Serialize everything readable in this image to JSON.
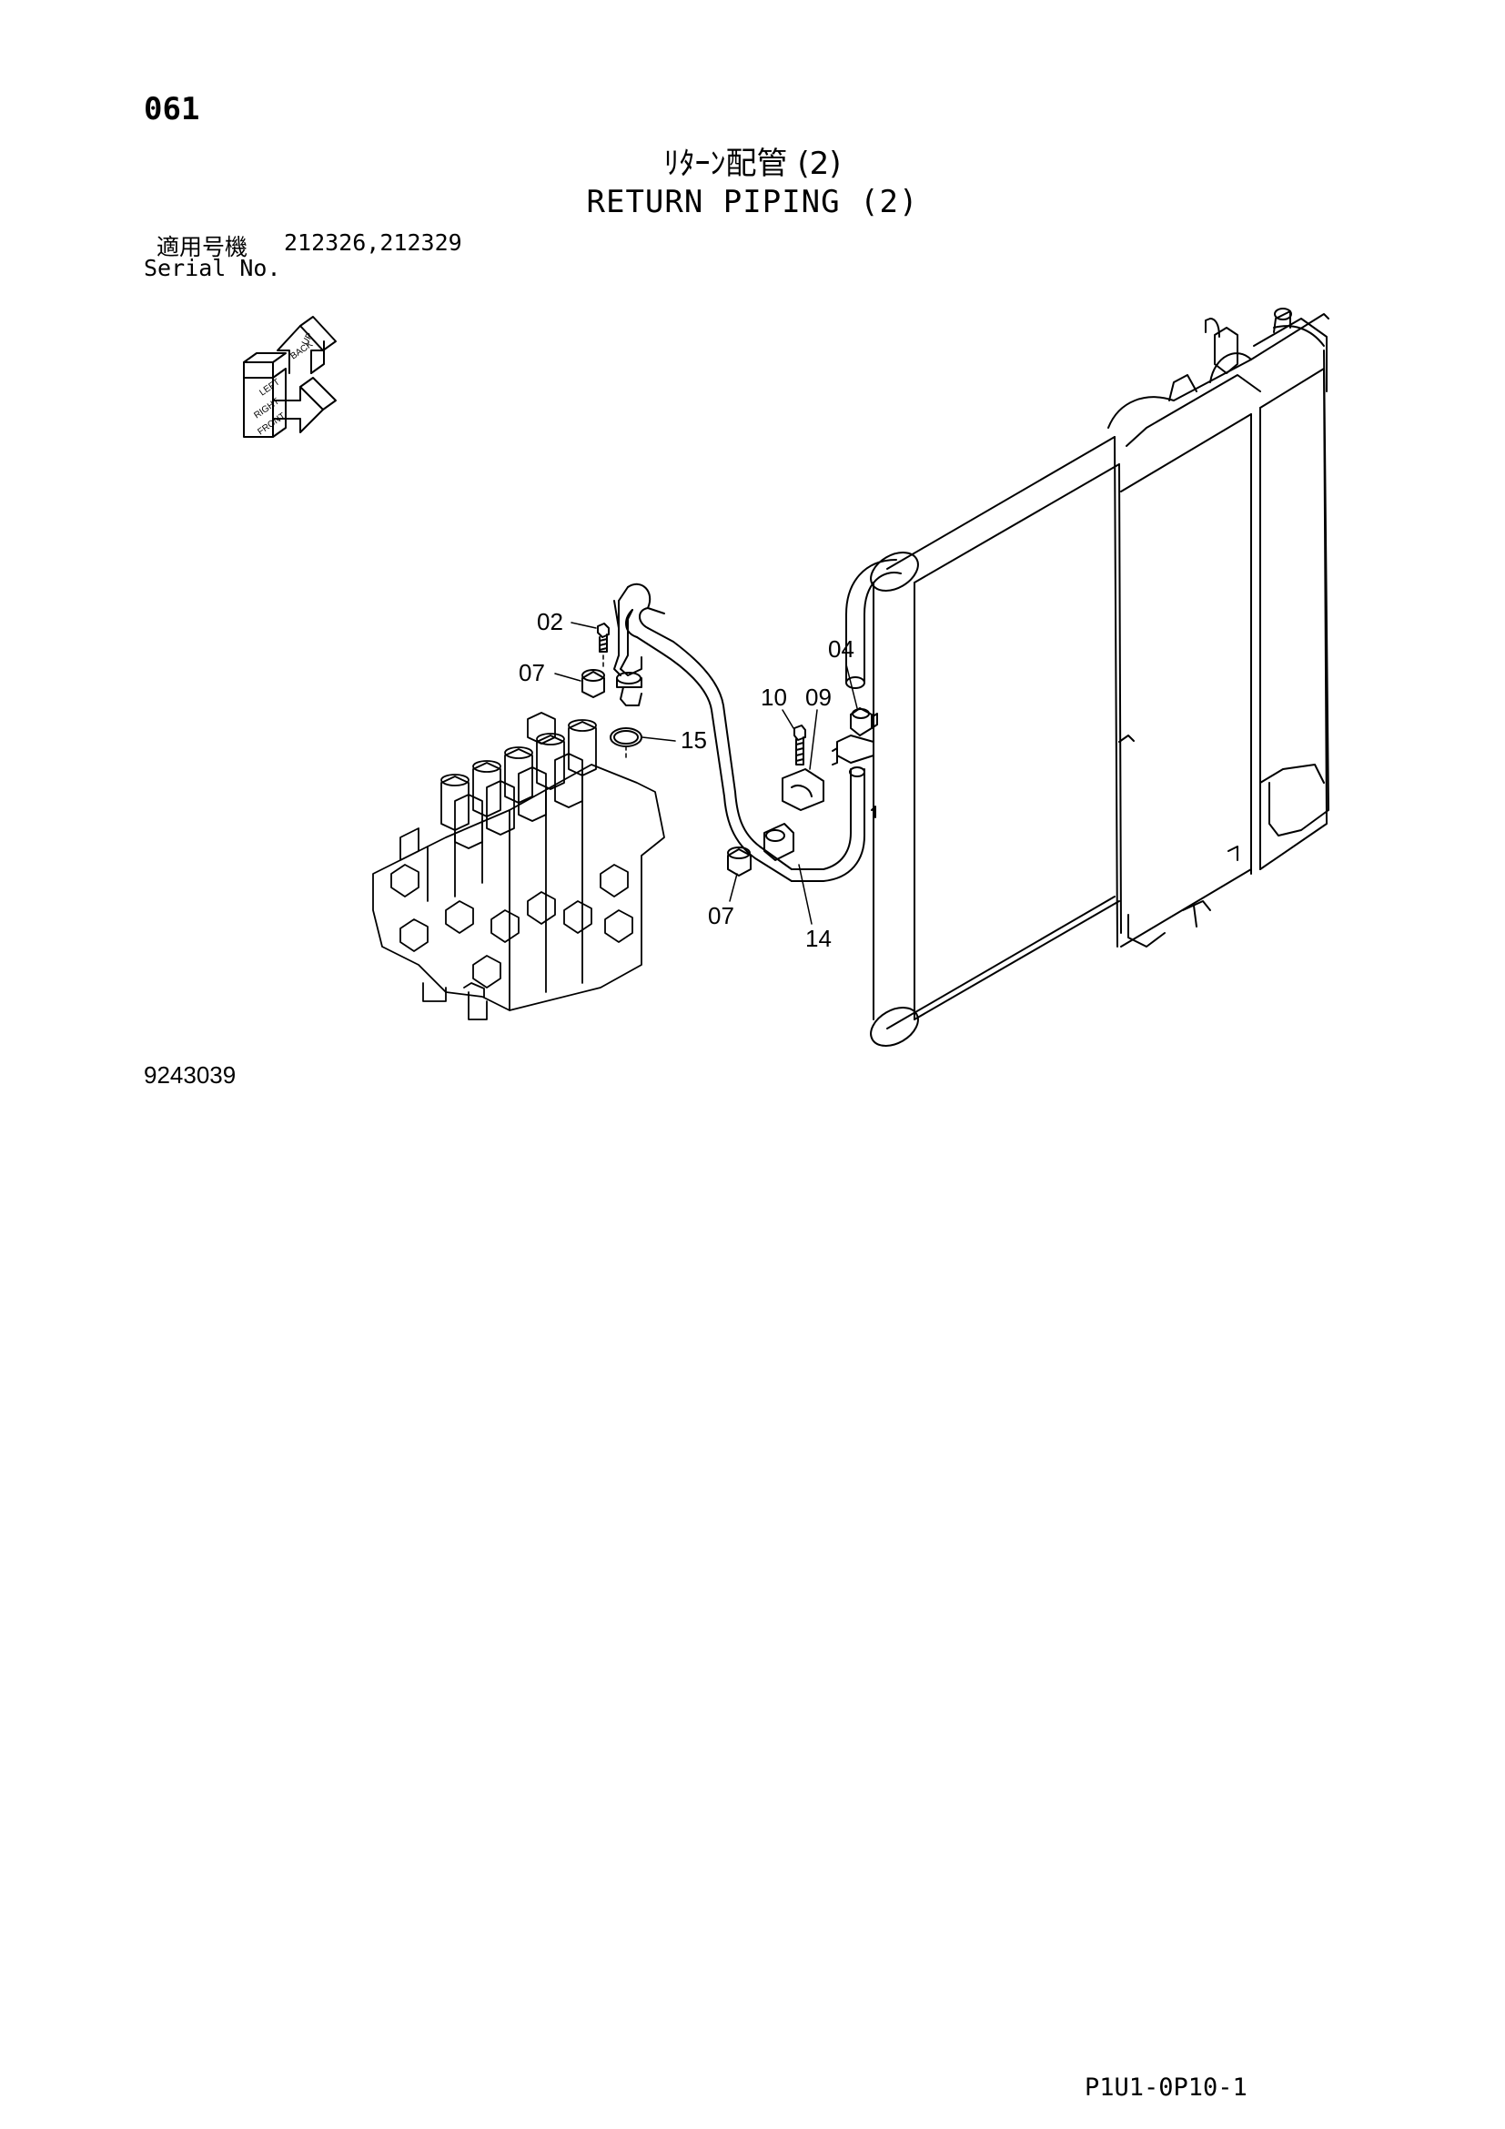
{
  "header": {
    "page_number": "061",
    "title_jp": "ﾘﾀｰﾝ配管 (2)",
    "title_en": "RETURN PIPING (2)",
    "serial_label_jp": "適用号機",
    "serial_label_en": "Serial No.",
    "serial_numbers": "212326,212329"
  },
  "orientation_indicator": {
    "labels": [
      "LEFT",
      "RIGHT",
      "FRONT",
      "BACK",
      "UP"
    ]
  },
  "callouts": {
    "c02": "02",
    "c07a": "07",
    "c15": "15",
    "c10": "10",
    "c09": "09",
    "c04": "04",
    "c07b": "07",
    "c14": "14"
  },
  "illustration_id": "9243039",
  "footer": {
    "doc_code": "P1U1-0P10-1"
  },
  "icons": [
    "orientation-arrows-icon",
    "control-valve-icon",
    "radiator-icon",
    "return-pipe-icon"
  ]
}
